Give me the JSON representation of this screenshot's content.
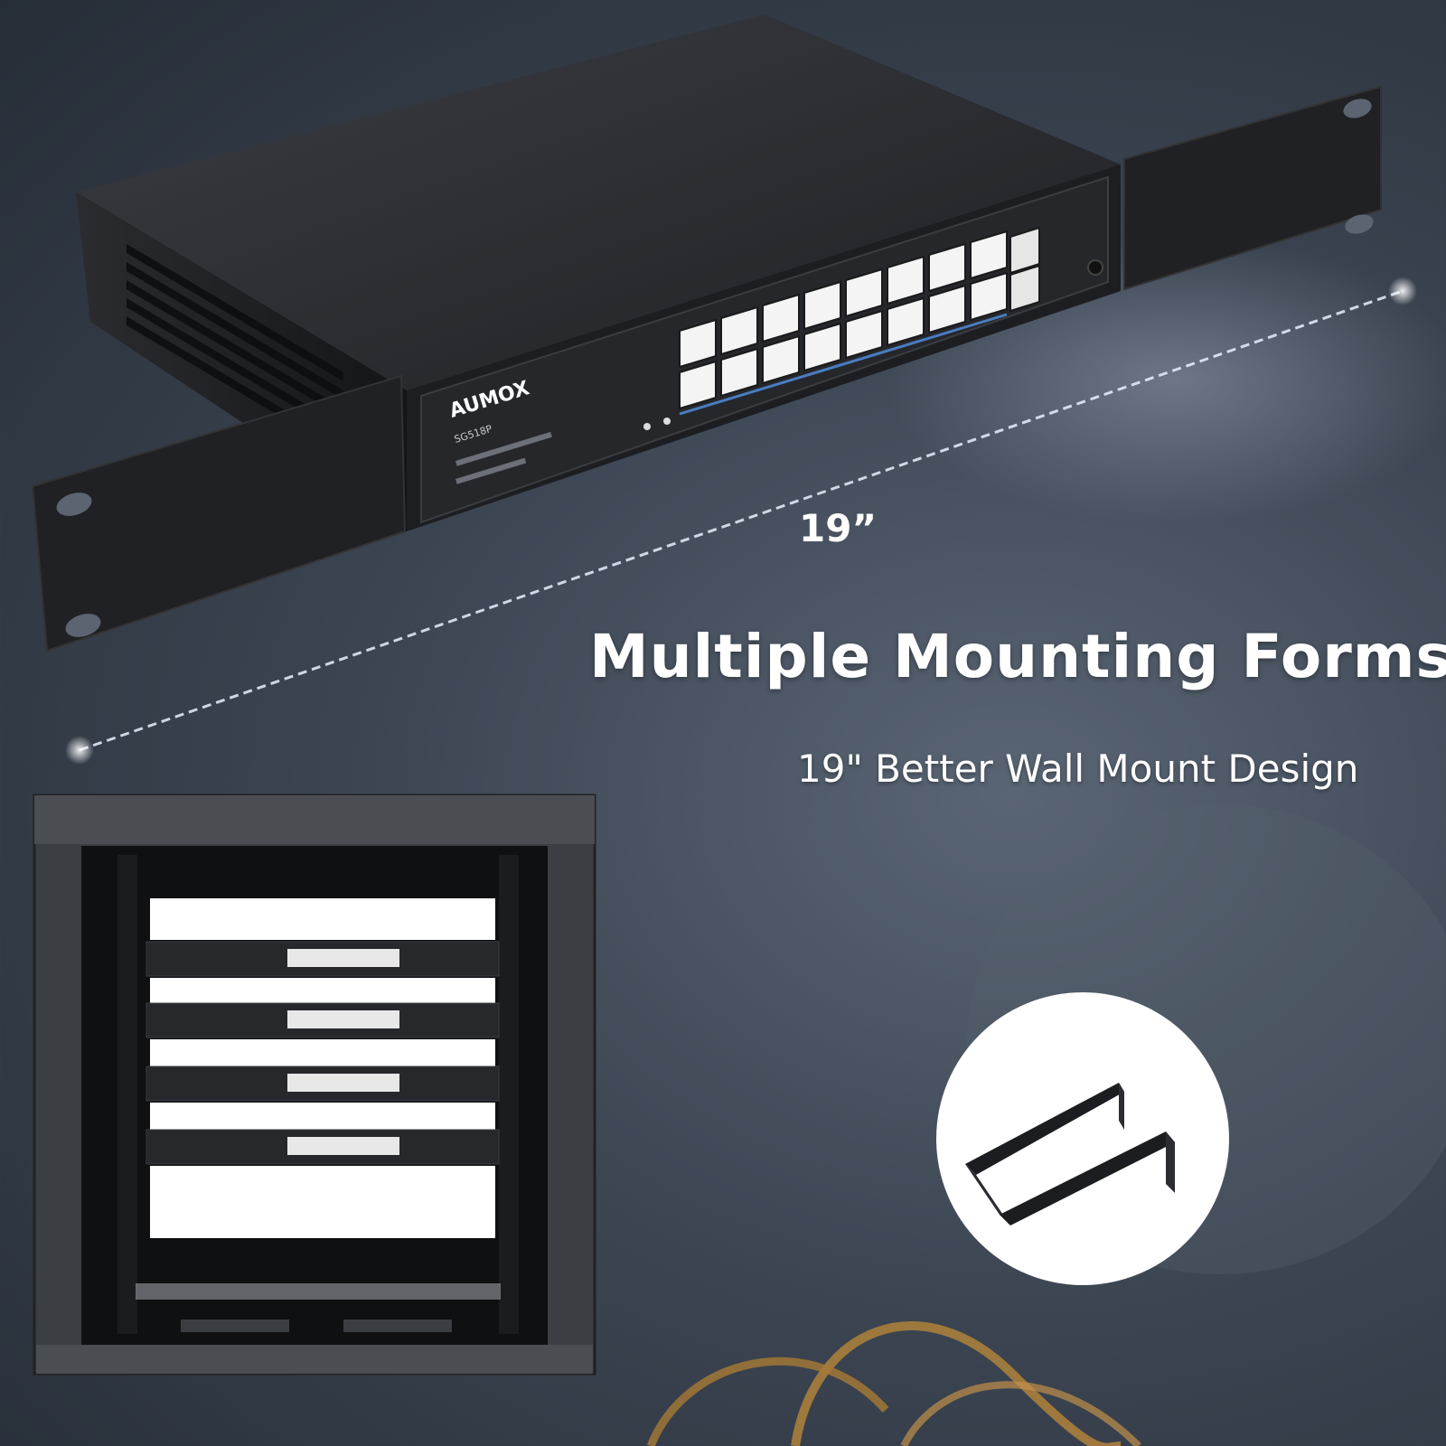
{
  "image": {
    "headline": "Multiple Mounting Forms",
    "subline": "19\" Better Wall Mount Design",
    "size_label": "19”",
    "switch": {
      "brand": "AUMOX",
      "model": "SG518P",
      "port_count": 16,
      "uplink_count": 2
    },
    "cabinet": {
      "installed_switches": 4
    },
    "colors": {
      "background": "#3c4552",
      "switch_body": "#2a2c30",
      "bracket": "#1f2124",
      "text": "#ffffff"
    },
    "icons": [
      "wall-mount-bracket-icon"
    ]
  }
}
